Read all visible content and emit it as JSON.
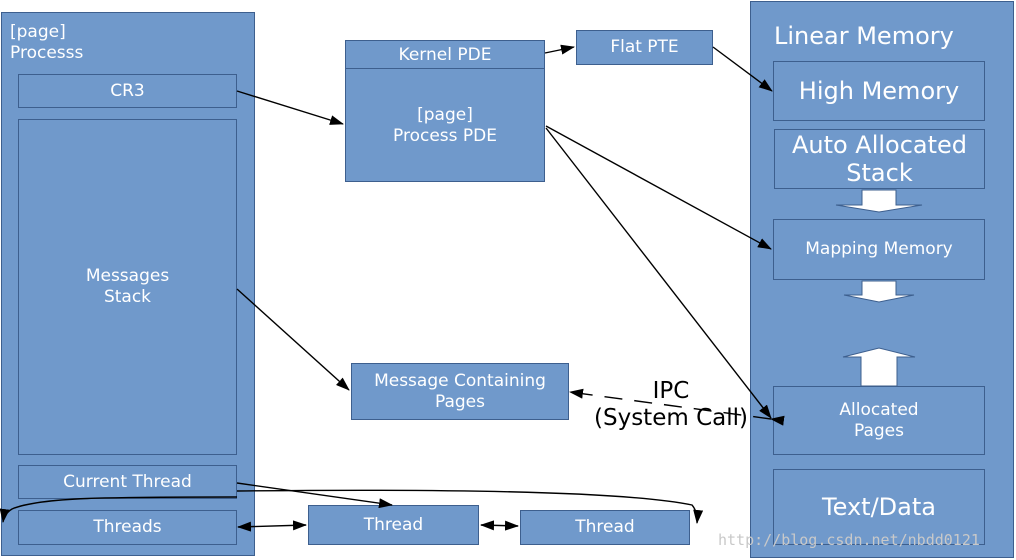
{
  "process": {
    "title": "[page]\nProcesss",
    "cr3": "CR3",
    "messages_stack": "Messages\nStack",
    "current_thread": "Current Thread",
    "threads": "Threads"
  },
  "pde": {
    "kernel": "Kernel PDE",
    "process": "[page]\nProcess PDE"
  },
  "flat_pte": "Flat PTE",
  "message_pages": "Message Containing\nPages",
  "ipc_label": "IPC\n(System Call)",
  "thread_boxes": [
    "Thread",
    "Thread"
  ],
  "linear_memory": {
    "title": "Linear Memory",
    "high_memory": "High Memory",
    "auto_stack": "Auto Allocated\nStack",
    "mapping_memory": "Mapping Memory",
    "allocated_pages": "Allocated\nPages",
    "text_data": "Text/Data"
  },
  "watermark": "http://blog.csdn.net/nbdd0121",
  "colors": {
    "box_fill": "#7099cb",
    "border": "#3d5f8e",
    "text": "#ffffff",
    "arrow": "#000000"
  }
}
